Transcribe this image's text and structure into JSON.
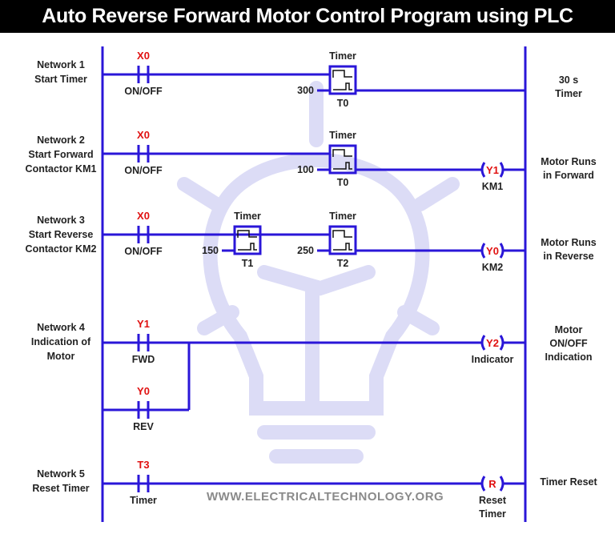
{
  "title": "Auto Reverse Forward Motor Control Program using PLC",
  "colors": {
    "wire": "#2a16d8",
    "address": "#e01010",
    "watermark_bulb": "#dcdcf6"
  },
  "watermark": "WWW.ELECTRICALTECHNOLOGY.ORG",
  "networks": [
    {
      "name": "Network 1",
      "desc": [
        "Start Timer"
      ],
      "contact": {
        "addr": "X0",
        "label": "ON/OFF"
      },
      "timers": [
        {
          "title": "Timer",
          "preset": "300",
          "id": "T0"
        }
      ],
      "result": [
        "30 s",
        "Timer"
      ]
    },
    {
      "name": "Network 2",
      "desc": [
        "Start Forward",
        "Contactor KM1"
      ],
      "contact": {
        "addr": "X0",
        "label": "ON/OFF"
      },
      "timers": [
        {
          "title": "Timer",
          "preset": "100",
          "id": "T0"
        }
      ],
      "coil": {
        "addr": "Y1",
        "label": "KM1"
      },
      "result": [
        "Motor Runs",
        "in Forward"
      ]
    },
    {
      "name": "Network 3",
      "desc": [
        "Start Reverse",
        "Contactor KM2"
      ],
      "contact": {
        "addr": "X0",
        "label": "ON/OFF"
      },
      "timers": [
        {
          "title": "Timer",
          "preset": "150",
          "id": "T1"
        },
        {
          "title": "Timer",
          "preset": "250",
          "id": "T2"
        }
      ],
      "coil": {
        "addr": "Y0",
        "label": "KM2"
      },
      "result": [
        "Motor Runs",
        "in Reverse"
      ]
    },
    {
      "name": "Network 4",
      "desc": [
        "Indication of",
        "Motor"
      ],
      "contact": {
        "addr": "Y1",
        "label": "FWD"
      },
      "contact2": {
        "addr": "Y0",
        "label": "REV"
      },
      "coil": {
        "addr": "Y2",
        "label": "Indicator"
      },
      "result": [
        "Motor",
        "ON/OFF",
        "Indication"
      ]
    },
    {
      "name": "Network 5",
      "desc": [
        "Reset Timer"
      ],
      "contact": {
        "addr": "T3",
        "label": "Timer"
      },
      "coil": {
        "addr": "R",
        "label": "Reset",
        "label2": "Timer"
      },
      "result": [
        "Timer Reset"
      ]
    }
  ]
}
